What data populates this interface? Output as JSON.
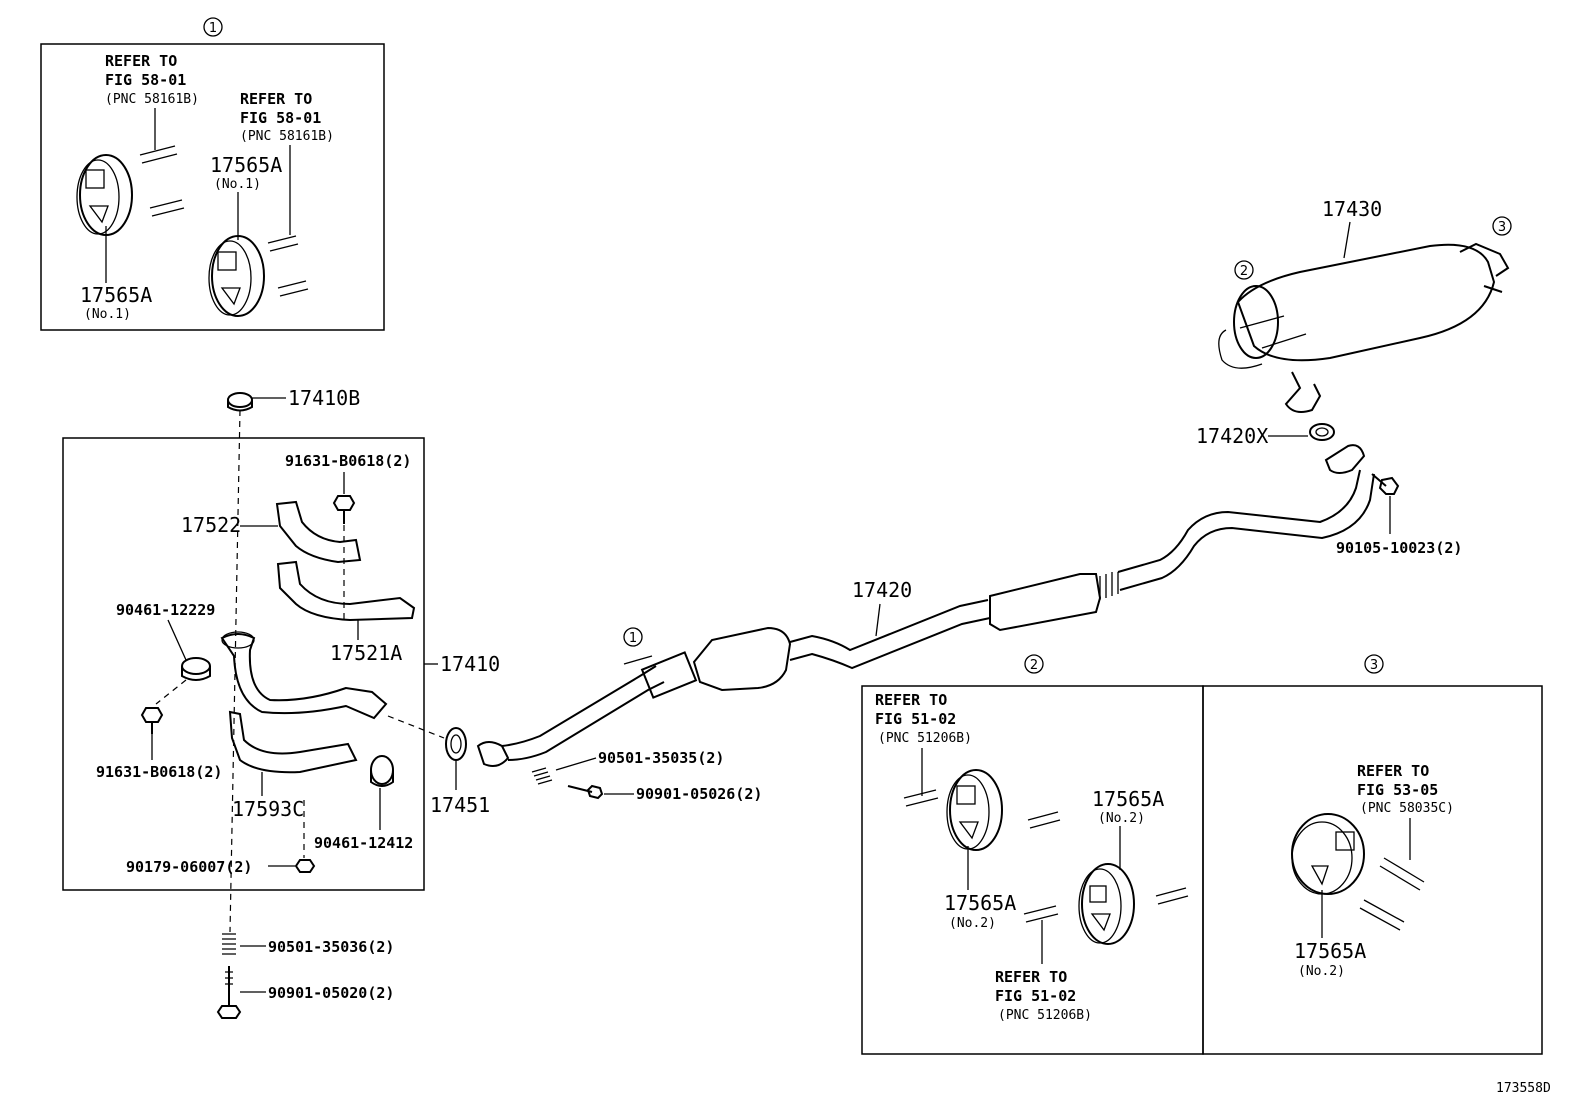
{
  "markers": {
    "m1": "1",
    "m2": "2",
    "m3": "3"
  },
  "inset1": {
    "ref_a_line1": "REFER TO",
    "ref_a_line2": "FIG 58-01",
    "ref_a_line3": "(PNC 58161B)",
    "ref_b_line1": "REFER TO",
    "ref_b_line2": "FIG 58-01",
    "ref_b_line3": "(PNC 58161B)",
    "part_a": "17565A",
    "part_a_sub": "(No.1)",
    "part_b": "17565A",
    "part_b_sub": "(No.1)"
  },
  "inset2": {
    "ref_a_line1": "REFER TO",
    "ref_a_line2": "FIG 51-02",
    "ref_a_line3": "(PNC 51206B)",
    "ref_b_line1": "REFER TO",
    "ref_b_line2": "FIG 51-02",
    "ref_b_line3": "(PNC 51206B)",
    "part_a": "17565A",
    "part_a_sub": "(No.2)",
    "part_b": "17565A",
    "part_b_sub": "(No.2)"
  },
  "inset3": {
    "ref_line1": "REFER TO",
    "ref_line2": "FIG 53-05",
    "ref_line3": "(PNC 58035C)",
    "part": "17565A",
    "part_sub": "(No.2)"
  },
  "parts": {
    "p17410B": "17410B",
    "p91631_top": "91631-B0618(2)",
    "p17522": "17522",
    "p90461_12229": "90461-12229",
    "p17521A": "17521A",
    "p17410": "17410",
    "p91631_bottom": "91631-B0618(2)",
    "p17593C": "17593C",
    "p90461_12412": "90461-12412",
    "p90179": "90179-06007(2)",
    "p90501_35036": "90501-35036(2)",
    "p90901_05020": "90901-05020(2)",
    "p17451": "17451",
    "p90501_35035": "90501-35035(2)",
    "p90901_05026": "90901-05026(2)",
    "p17420": "17420",
    "p17430": "17430",
    "p17420X": "17420X",
    "p90105": "90105-10023(2)"
  },
  "figure_id": "173558D"
}
